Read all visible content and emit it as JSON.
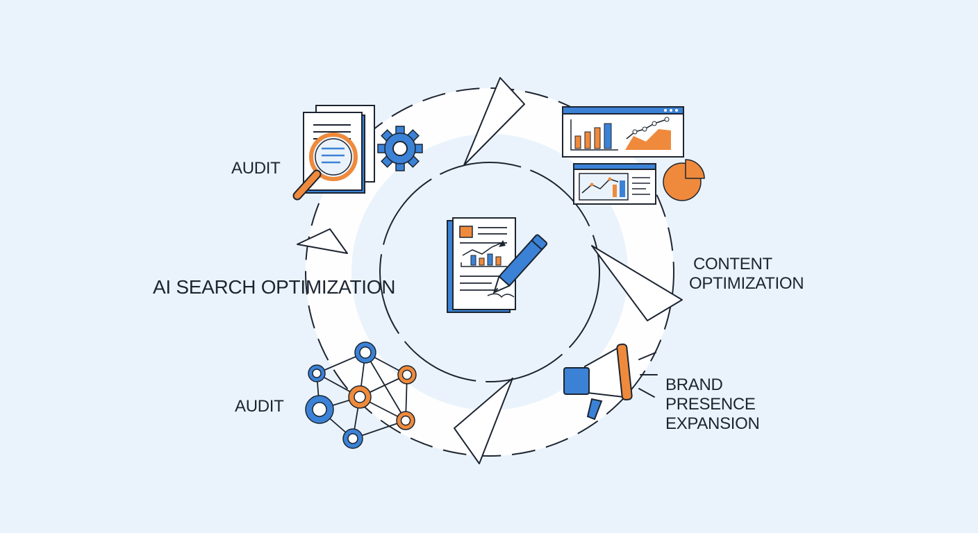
{
  "diagram": {
    "center_label": "AI SEARCH OPTIMIZATION",
    "stages": [
      {
        "id": "audit-top",
        "label_lines": [
          "AUDIT"
        ],
        "icon": "document-magnifier-gear-icon"
      },
      {
        "id": "content",
        "label_lines": [
          "CONTENT",
          "OPTIMIZATION"
        ],
        "icon": "analytics-dashboard-icon"
      },
      {
        "id": "brand",
        "label_lines": [
          "BRAND",
          "PRESENCE",
          "EXPANSION"
        ],
        "icon": "megaphone-icon"
      },
      {
        "id": "audit-bottom",
        "label_lines": [
          "AUDIT"
        ],
        "icon": "network-graph-icon"
      }
    ],
    "hub_icon": "report-pen-icon",
    "colors": {
      "background": "#eaf3fb",
      "ring": "#ffffff",
      "ink": "#1c2430",
      "blue": "#3b82d6",
      "orange": "#ef8a3c"
    }
  }
}
